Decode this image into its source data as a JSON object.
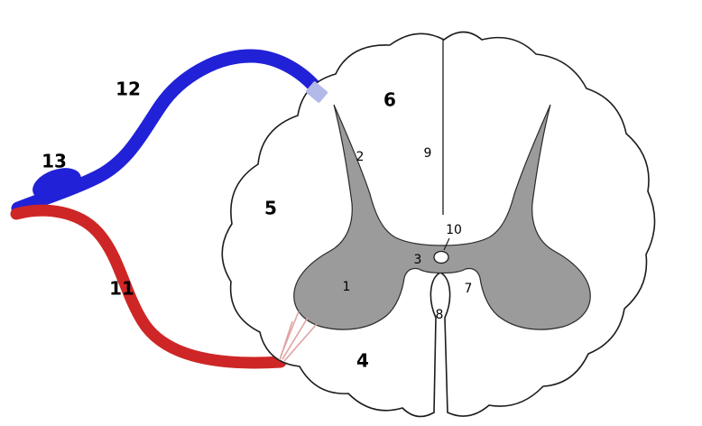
{
  "title": "Spinal cord cross-section diagram with numbered parts",
  "colors": {
    "background": "#ffffff",
    "cord_fill": "#ffffff",
    "outline": "#1c1c1c",
    "gray_matter": "#9b9b9b",
    "gray_matter_edge": "#2a2a2a",
    "dorsal_root": "#2121d8",
    "ventral_root": "#ce2626",
    "ganglion": "#2121d8",
    "entry_patch": "#b3b9e8",
    "rootlets": "#dfa3a3",
    "canal_fill": "#ffffff",
    "label_color": "#000000"
  },
  "labels": {
    "ventral_horn": "1",
    "dorsal_horn": "2",
    "gray_commissure": "3",
    "anterior_funiculus": "4",
    "lateral_funiculus": "5",
    "posterior_funiculus": "6",
    "anterior_white_commissure": "7",
    "anterior_median_fissure": "8",
    "posterior_median_sulcus": "9",
    "central_canal": "10",
    "ventral_root": "11",
    "dorsal_root": "12",
    "dorsal_root_ganglion": "13"
  }
}
